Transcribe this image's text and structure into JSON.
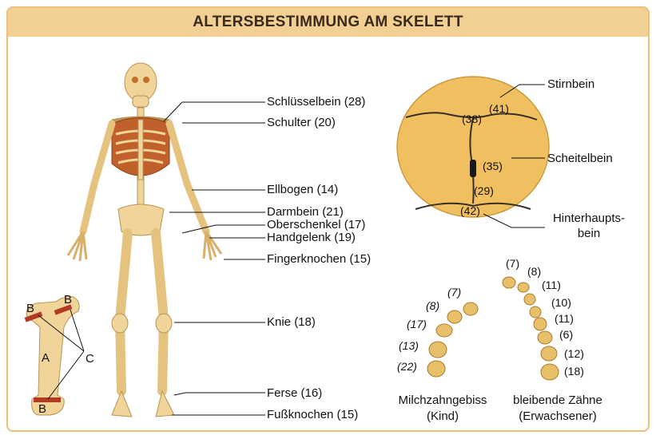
{
  "title": "ALTERSBESTIMMUNG AM SKELETT",
  "skeleton_labels": {
    "clavicle": "Schlüsselbein (28)",
    "shoulder": "Schulter (20)",
    "elbow": "Ellbogen (14)",
    "ilium": "Darmbein (21)",
    "femur": "Oberschenkel (17)",
    "wrist": "Handgelenk (19)",
    "finger": "Fingerknochen (15)",
    "knee": "Knie (18)",
    "heel": "Ferse (16)",
    "foot": "Fußknochen (15)"
  },
  "skull": {
    "frontal": "Stirnbein",
    "parietal": "Scheitelbein",
    "occipital_line1": "Hinterhaupts-",
    "occipital_line2": "bein",
    "n38": "(38)",
    "n41": "(41)",
    "n35": "(35)",
    "n29": "(29)",
    "n42": "(42)"
  },
  "bone": {
    "A": "A",
    "B_top1": "B",
    "B_top2": "B",
    "B_bottom": "B",
    "C": "C"
  },
  "teeth": {
    "child_numbers": [
      "(7)",
      "(8)",
      "(17)",
      "(13)",
      "(22)"
    ],
    "adult_numbers": [
      "(7)",
      "(8)",
      "(11)",
      "(10)",
      "(11)",
      "(6)",
      "(12)",
      "(18)"
    ],
    "child_label_line1": "Milchzahngebiss",
    "child_label_line2": "(Kind)",
    "adult_label_line1": "bleibende Zähne",
    "adult_label_line2": "(Erwachsener)"
  },
  "colors": {
    "frame": "#ebc078",
    "title_bg": "#f2cf92",
    "bone": "#f0d49a",
    "skull": "#f0c060",
    "ribs": "#c0602a",
    "band": "#b23a22"
  }
}
